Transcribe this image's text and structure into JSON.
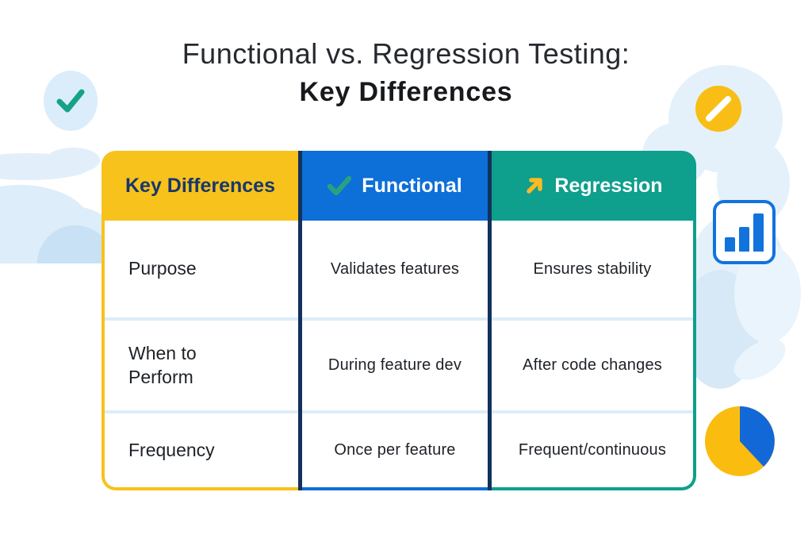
{
  "title": {
    "line1": "Functional vs. Regression Testing:",
    "line2": "Key Differences"
  },
  "table": {
    "headers": [
      {
        "label": "Key Differences",
        "icon": null
      },
      {
        "label": "Functional",
        "icon": "check-icon"
      },
      {
        "label": "Regression",
        "icon": "arrow-up-right-icon"
      }
    ],
    "rows": [
      {
        "label": "Purpose",
        "functional": "Validates features",
        "regression": "Ensures stability"
      },
      {
        "label": "When to Perform",
        "functional": "During feature dev",
        "regression": "After code changes"
      },
      {
        "label": "Frequency",
        "functional": "Once per feature",
        "regression": "Frequent/continuous"
      }
    ]
  },
  "decorations": {
    "icons": [
      "check-circle-icon",
      "pencil-circle-icon",
      "bar-chart-icon",
      "pie-chart-icon",
      "cloud-blobs"
    ]
  },
  "colors": {
    "header_yellow": "#F8C21C",
    "header_blue": "#0D6FD8",
    "header_teal": "#0E9F8D",
    "divider_navy": "#12315C",
    "key_text_navy": "#17376B",
    "row_divider_blue": "#DCEDF9",
    "blob_light_blue": "#E4F1FB",
    "icon_blue": "#1273DC",
    "pie_yellow": "#F9BC0F",
    "pie_blue": "#1368D8",
    "check_green": "#16A285",
    "arrow_yellow": "#FBBA25"
  }
}
